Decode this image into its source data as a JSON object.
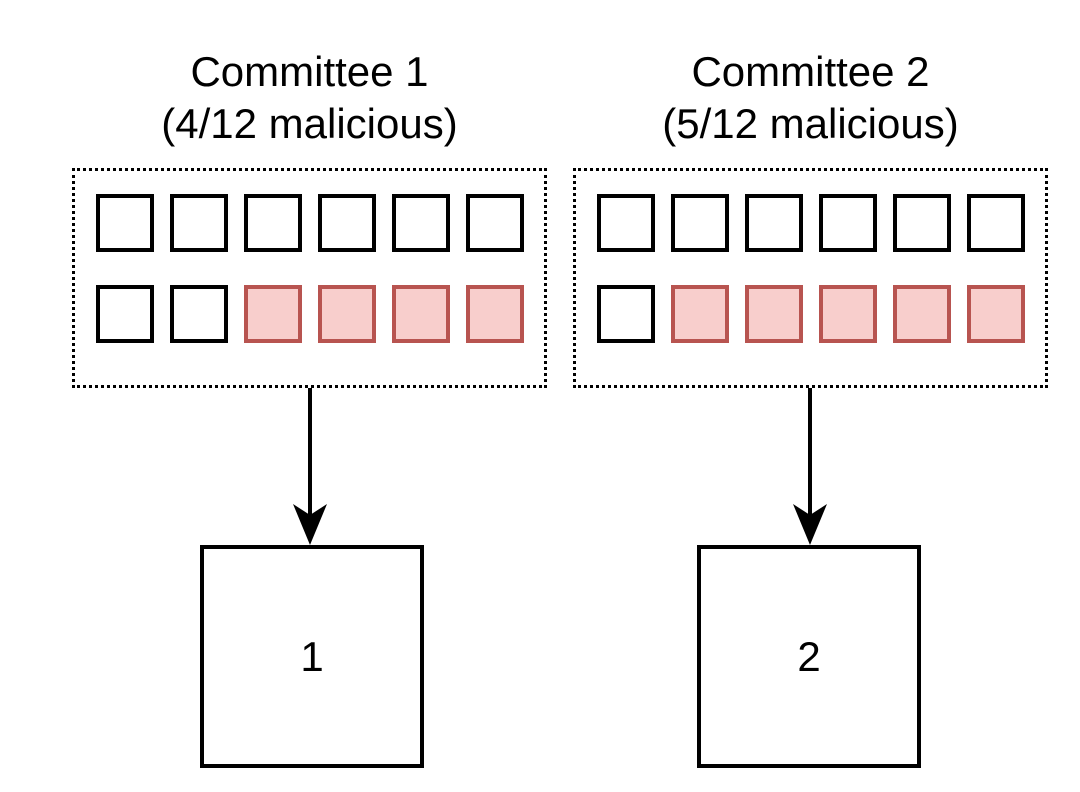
{
  "diagram": {
    "description": "Two committees mapped to numbered shards",
    "colors": {
      "stroke": "#000000",
      "background": "#ffffff",
      "malicious_fill": "#f8cecc",
      "malicious_border": "#b85450",
      "honest_fill": "#ffffff"
    },
    "committees": [
      {
        "title_line1": "Committee 1",
        "title_line2": "(4/12 malicious)",
        "malicious_count": 4,
        "total_members": 12,
        "rows": [
          [
            "honest",
            "honest",
            "honest",
            "honest",
            "honest",
            "honest"
          ],
          [
            "honest",
            "honest",
            "malicious",
            "malicious",
            "malicious",
            "malicious"
          ]
        ],
        "output_label": "1"
      },
      {
        "title_line1": "Committee 2",
        "title_line2": "(5/12 malicious)",
        "malicious_count": 5,
        "total_members": 12,
        "rows": [
          [
            "honest",
            "honest",
            "honest",
            "honest",
            "honest",
            "honest"
          ],
          [
            "honest",
            "malicious",
            "malicious",
            "malicious",
            "malicious",
            "malicious"
          ]
        ],
        "output_label": "2"
      }
    ]
  }
}
